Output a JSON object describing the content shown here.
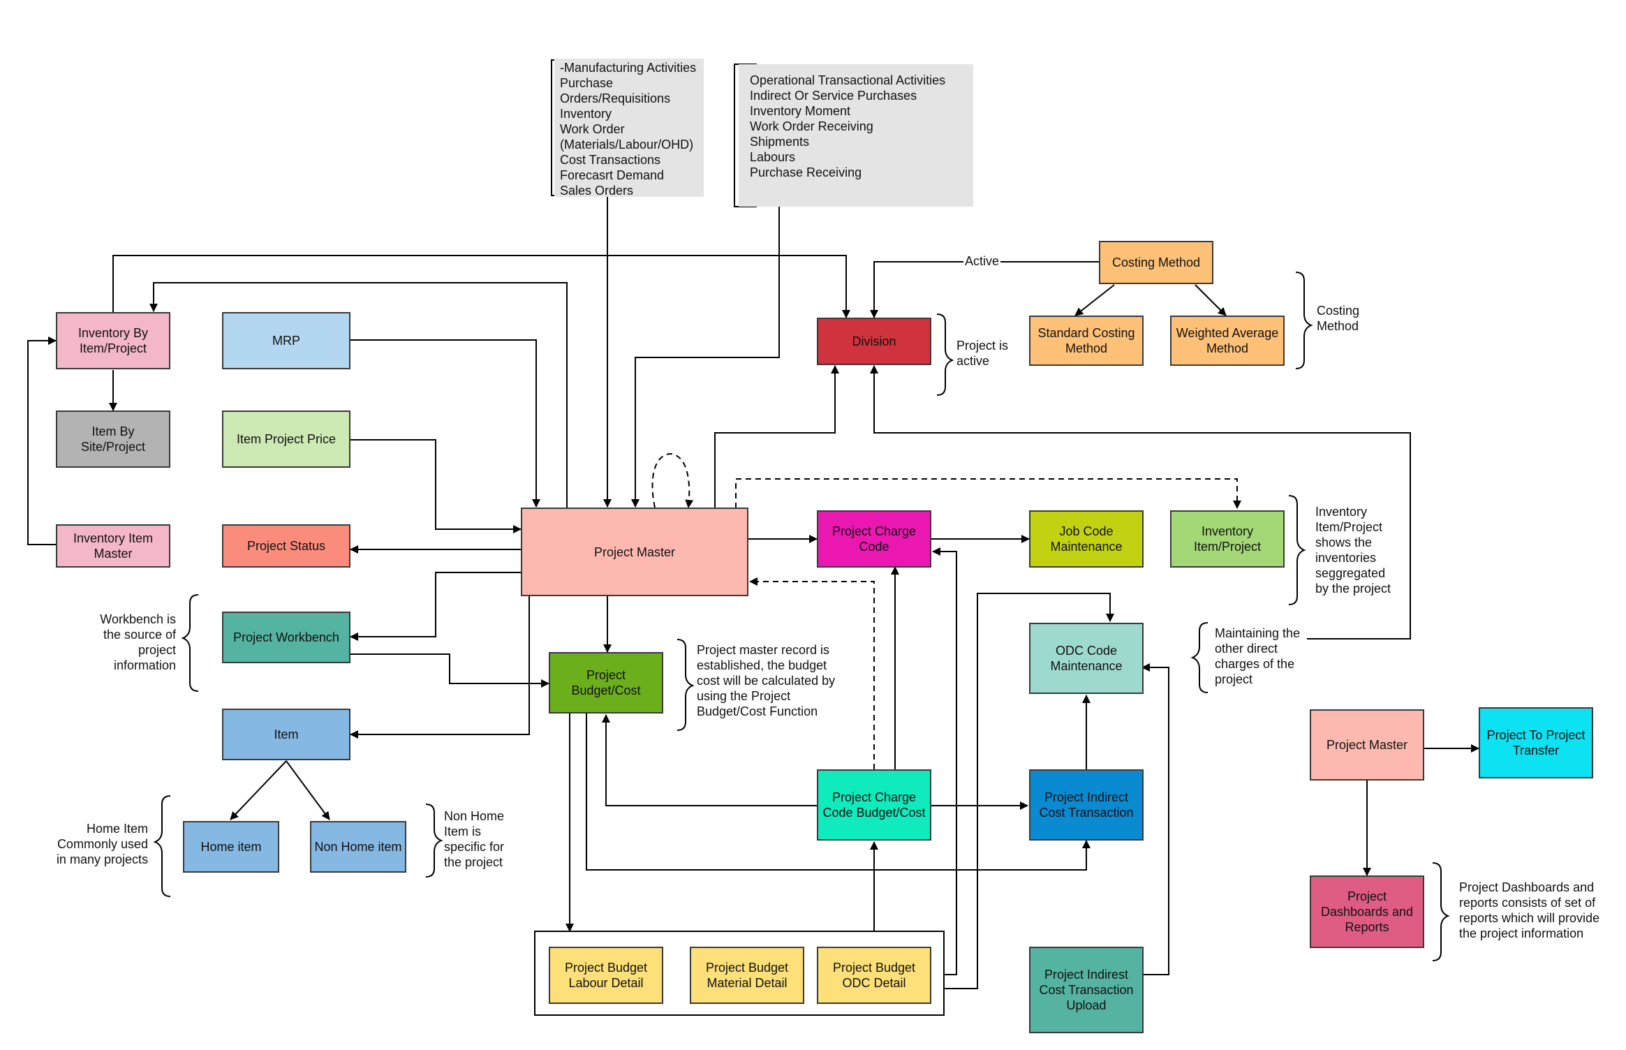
{
  "nodes": {
    "inventory_by_item_project": {
      "text": "Inventory By\nItem/Project",
      "color": "#f4b6c9"
    },
    "item_by_site_project": {
      "text": "Item By\nSite/Project",
      "color": "#b3b3b3"
    },
    "inventory_item_master": {
      "text": "Inventory Item\nMaster",
      "color": "#f4b6c9"
    },
    "mrp": {
      "text": "MRP",
      "color": "#b3d7f0"
    },
    "item_project_price": {
      "text": "Item Project Price",
      "color": "#cde9b4"
    },
    "project_status": {
      "text": "Project Status",
      "color": "#fb8c7c"
    },
    "project_workbench": {
      "text": "Project Workbench",
      "color": "#55b3a1"
    },
    "item": {
      "text": "Item",
      "color": "#85b8e3"
    },
    "home_item": {
      "text": "Home item",
      "color": "#85b8e3"
    },
    "non_home_item": {
      "text": "Non Home item",
      "color": "#85b8e3"
    },
    "project_master": {
      "text": "Project Master",
      "color": "#fdb9b0"
    },
    "project_budget_cost": {
      "text": "Project\nBudget/Cost",
      "color": "#6caf1d"
    },
    "project_budget_labour_detail": {
      "text": "Project Budget\nLabour Detail",
      "color": "#fde079"
    },
    "project_budget_material_detail": {
      "text": "Project Budget\nMaterial Detail",
      "color": "#fde079"
    },
    "project_budget_odc_detail": {
      "text": "Project Budget\nODC Detail",
      "color": "#fde079"
    },
    "division": {
      "text": "Division",
      "color": "#d0333d"
    },
    "costing_method": {
      "text": "Costing Method",
      "color": "#fec177"
    },
    "standard_costing_method": {
      "text": "Standard Costing\nMethod",
      "color": "#fec177"
    },
    "weighted_average_method": {
      "text": "Weighted Average\nMethod",
      "color": "#fec177"
    },
    "project_charge_code": {
      "text": "Project Charge\nCode",
      "color": "#ea18b0"
    },
    "job_code_maintenance": {
      "text": "Job Code\nMaintenance",
      "color": "#c2d212"
    },
    "inventory_item_project": {
      "text": "Inventory\nItem/Project",
      "color": "#a4d877"
    },
    "odc_code_maintenance": {
      "text": "ODC Code\nMaintenance",
      "color": "#9ed9ce"
    },
    "project_charge_code_budget_cost": {
      "text": "Project  Charge\nCode Budget/Cost",
      "color": "#10ebbd"
    },
    "project_indirect_cost_transaction": {
      "text": "Project Indirect\nCost Transaction",
      "color": "#0a8ad1"
    },
    "project_indirect_cost_transaction_upload": {
      "text": "Project  Indirest\nCost Transaction\nUpload",
      "color": "#55b3a1"
    },
    "project_master_2": {
      "text": "Project Master",
      "color": "#fdb9b0"
    },
    "project_to_project_transfer": {
      "text": "Project To Project\nTransfer",
      "color": "#0ce2f2"
    },
    "project_dashboards_and_reports": {
      "text": "Project\nDashboards and\nReports",
      "color": "#df5c82"
    }
  },
  "callouts": {
    "manufacturing": "-Manufacturing Activities\nPurchase\nOrders/Requisitions\nInventory\nWork Order\n(Materials/Labour/OHD)\nCost Transactions\nForecasrt Demand\nSales Orders",
    "operational": "Operational Transactional Activities\nIndirect Or Service Purchases\nInventory Moment\nWork Order Receiving\nShipments\nLabours\nPurchase Receiving"
  },
  "annotations": {
    "costing_method": "Costing\nMethod",
    "project_is_active": "Project is\nactive",
    "inventory_item_project": "Inventory\nItem/Project\nshows the\ninventories\nseggregated\nby the project",
    "maintaining_odc": "Maintaining the\nother direct\ncharges of the\nproject",
    "workbench": "Workbench is\nthe source of\nproject\ninformation",
    "project_master_record": "Project master record is\nestablished, the budget\ncost will be calculated by\nusing the Project\nBudget/Cost Function",
    "home_item": "Home Item\nCommonly used\nin many projects",
    "non_home_item": "Non Home\nItem is\nspecific for\nthe project",
    "dashboards": "Project Dashboards and\nreports consists of set of\nreports which will provide\nthe project information"
  },
  "edge_labels": {
    "active": "Active"
  }
}
